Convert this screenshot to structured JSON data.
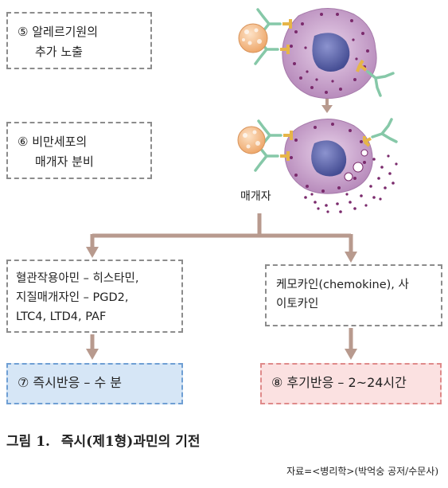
{
  "steps": [
    {
      "lines": [
        "⑤ 알레르기원의",
        "추가 노출"
      ]
    },
    {
      "lines": [
        "⑥ 비만세포의",
        "매개자 분비"
      ]
    }
  ],
  "mediator_label": "매개자",
  "left_box": {
    "lines": [
      "혈관작용아민 – 히스타민,",
      "지질매개자인 – PGD2,",
      "LTC4, LTD4, PAF"
    ]
  },
  "right_box": {
    "lines": [
      "케모카인(chemokine), 사",
      "이토카인"
    ]
  },
  "results": {
    "immediate": "⑦ 즉시반응 – 수 분",
    "late": "⑧ 후기반응 – 2~24시간"
  },
  "caption": {
    "number": "그림 1.",
    "title": "즉시(제1형)과민의 기전"
  },
  "source": "자료=<병리학>(박억숭 공저/수문사)",
  "colors": {
    "arrow": "#b89a8e",
    "cell_body": "#c9a3cb",
    "nucleus": "#5b63a8",
    "granule": "#7a2a6c",
    "allergen": "#f6c79b",
    "antibody": "#86c8a8",
    "receptor": "#e6b548",
    "immediate_fill": "#d6e6f6",
    "late_fill": "#fbe1e1"
  }
}
